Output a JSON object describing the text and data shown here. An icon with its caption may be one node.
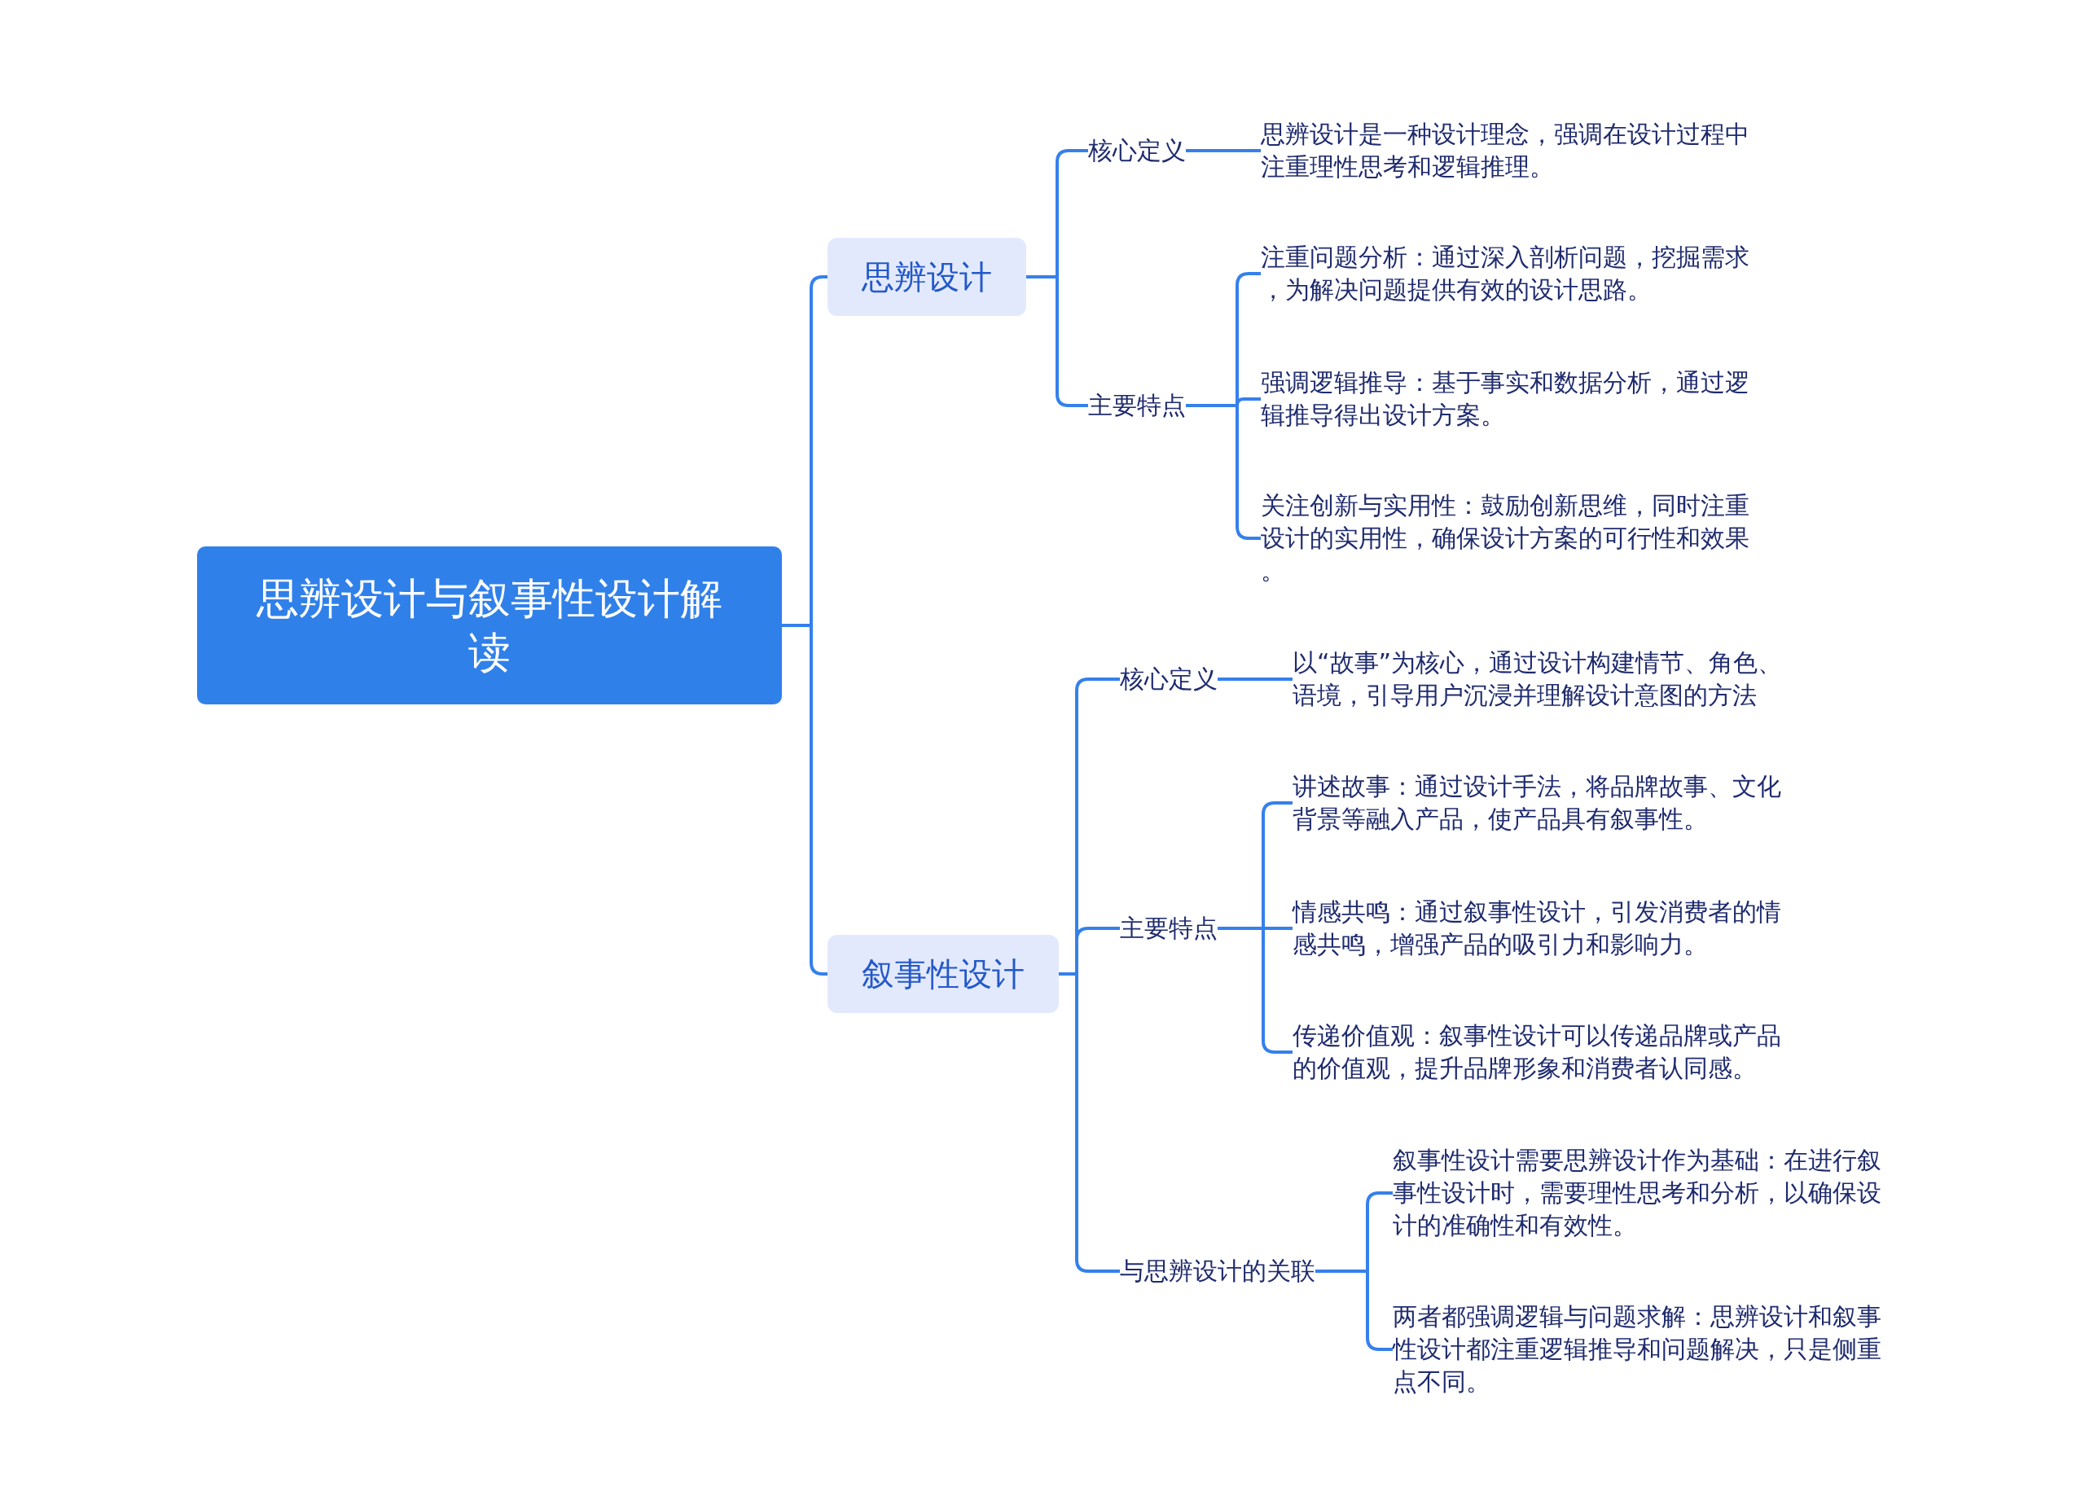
{
  "diagram": {
    "nodes": [
      {
        "text": [
          "思辨设计与叙事性设计解读"
        ]
      },
      {
        "text": [
          "思辨设计"
        ]
      },
      {
        "text": [
          "核心定义"
        ]
      },
      {
        "text": [
          "思辨设计是一种设计理念，强调在设计过程中注重理性思考和逻辑推理。"
        ]
      },
      {
        "text": [
          "主要特点"
        ]
      },
      {
        "text": [
          "注重问题分析：通过深入剖析问题，挖掘需求，为解决问题提供有效的设计思路。"
        ]
      },
      {
        "text": [
          "强调逻辑推导：基于事实和数据分析，通过逻辑推导得出设计方案。"
        ]
      },
      {
        "text": [
          "关注创新与实用性：鼓励创新思维，同时注重设计的实用性，确保设计方案的可行性和效果。"
        ]
      },
      {
        "text": [
          "叙事性设计"
        ]
      },
      {
        "text": [
          "核心定义"
        ]
      },
      {
        "text": [
          "以“故事”为核心，通过设计构建情节、角色、语境，引导用户沉浸并理解设计意图的方法"
        ]
      },
      {
        "text": [
          "主要特点"
        ]
      },
      {
        "text": [
          "讲述故事：通过设计手法，将品牌故事、文化背景等融入产品，使产品具有叙事性。"
        ]
      },
      {
        "text": [
          "情感共鸣：通过叙事性设计，引发消费者的情感共鸣，增强产品的吸引力和影响力。"
        ]
      },
      {
        "text": [
          "传递价值观：叙事性设计可以传递品牌或产品的价值观，提升品牌形象和消费者认同感。"
        ]
      },
      {
        "text": [
          "与思辨设计的关联"
        ]
      },
      {
        "text": [
          "叙事性设计需要思辨设计作为基础：在进行叙事性设计时，需要理性思考和分析，以确保设计的准确性和有效性。"
        ]
      },
      {
        "text": [
          "两者都强调逻辑与问题求解：思辨设计和叙事性设计都注重逻辑推导和问题解决，只是侧重点不同。"
        ]
      }
    ],
    "edges": [
      {
        "from": 0,
        "to": 1,
        "arrow": "none"
      },
      {
        "from": 1,
        "to": 2,
        "arrow": "none"
      },
      {
        "from": 2,
        "to": 3,
        "arrow": "none"
      },
      {
        "from": 1,
        "to": 4,
        "arrow": "none"
      },
      {
        "from": 4,
        "to": 5,
        "arrow": "none"
      },
      {
        "from": 4,
        "to": 6,
        "arrow": "none"
      },
      {
        "from": 4,
        "to": 7,
        "arrow": "none"
      },
      {
        "from": 0,
        "to": 8,
        "arrow": "none"
      },
      {
        "from": 8,
        "to": 9,
        "arrow": "none"
      },
      {
        "from": 9,
        "to": 10,
        "arrow": "none"
      },
      {
        "from": 8,
        "to": 11,
        "arrow": "none"
      },
      {
        "from": 11,
        "to": 12,
        "arrow": "none"
      },
      {
        "from": 11,
        "to": 13,
        "arrow": "none"
      },
      {
        "from": 11,
        "to": 14,
        "arrow": "none"
      },
      {
        "from": 8,
        "to": 15,
        "arrow": "none"
      },
      {
        "from": 15,
        "to": 16,
        "arrow": "none"
      },
      {
        "from": 15,
        "to": 17,
        "arrow": "none"
      }
    ]
  }
}
